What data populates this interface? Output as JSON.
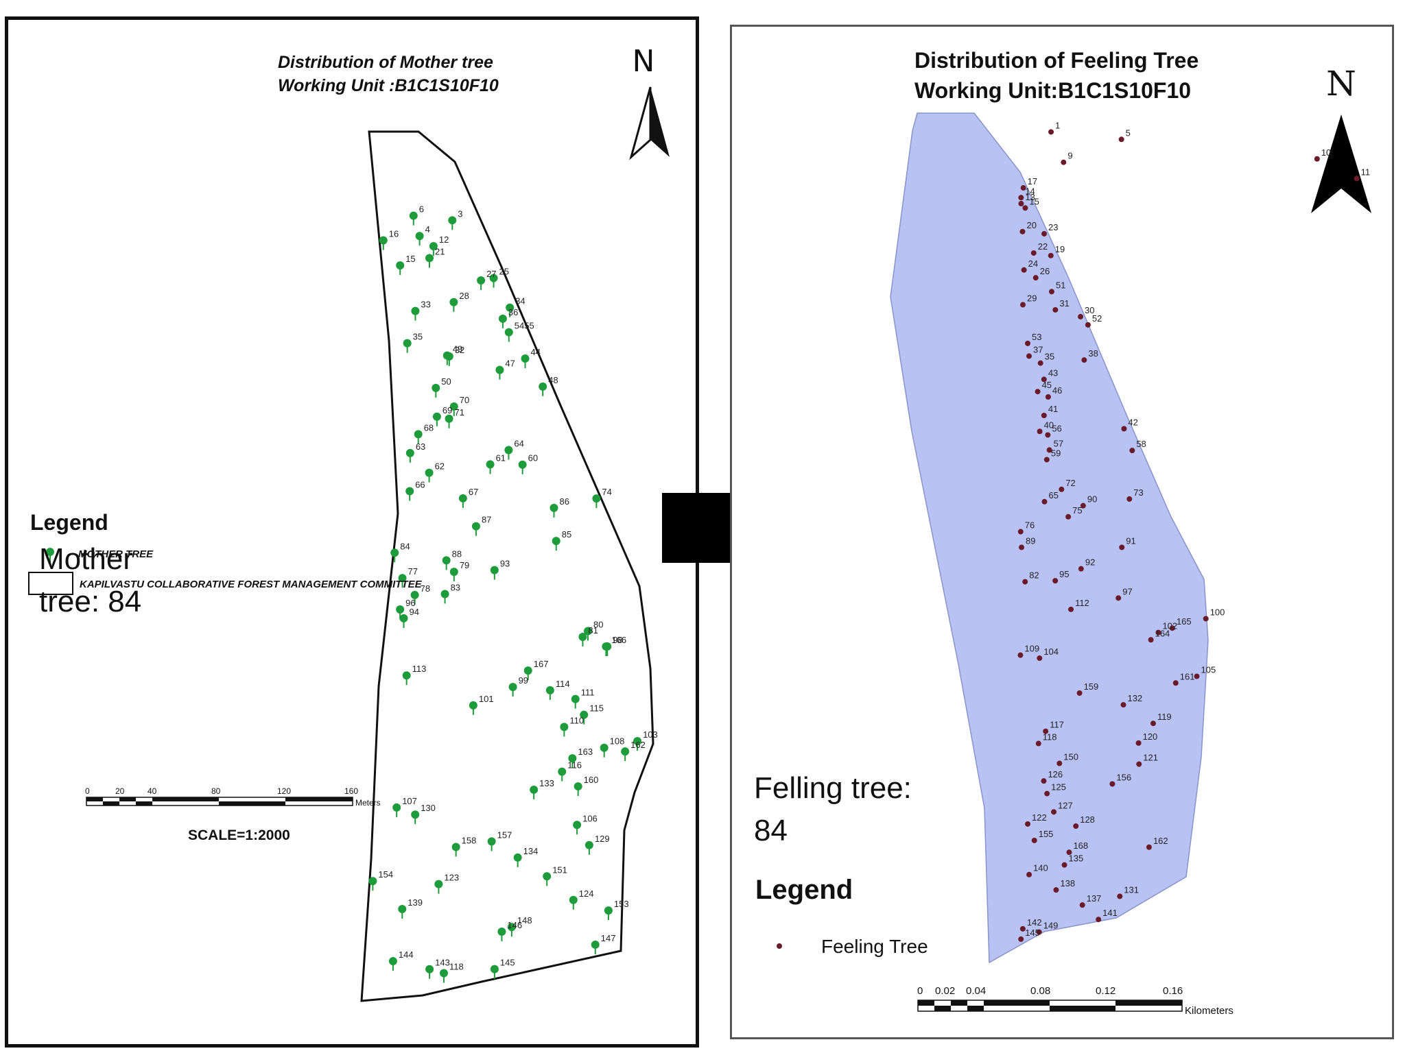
{
  "left_map": {
    "title_line1": "Distribution of Mother tree",
    "title_line2": "Working Unit :B1C1S10F10",
    "north_label": "N",
    "count_label": "Mother\ntree: 84",
    "legend_title": "Legend",
    "legend_items": [
      "MOTHER TREE",
      "KAPILVASTU COLLABORATIVE FOREST MANAGEMENT COMMITTEE"
    ],
    "scale_ticks": [
      "0",
      "20",
      "40",
      "80",
      "120",
      "160"
    ],
    "scale_unit": "Meters",
    "scale_ratio": "SCALE=1:2000",
    "tree_color": "#1e9b3a",
    "tree_labels": [
      "6",
      "3",
      "4",
      "12",
      "16",
      "15",
      "21",
      "25",
      "27",
      "28",
      "33",
      "34",
      "36",
      "5455",
      "35",
      "49",
      "32",
      "44",
      "47",
      "48",
      "50",
      "70",
      "69",
      "71",
      "68",
      "64",
      "63",
      "61",
      "60",
      "62",
      "67",
      "66",
      "74",
      "86",
      "87",
      "85",
      "84",
      "88",
      "93",
      "77",
      "79",
      "78",
      "83",
      "96",
      "94",
      "80",
      "81",
      "98",
      "166",
      "167",
      "113",
      "99",
      "114",
      "111",
      "101",
      "115",
      "110",
      "108",
      "103",
      "162",
      "163",
      "116",
      "160",
      "133",
      "130",
      "107",
      "106",
      "157",
      "158",
      "129",
      "134",
      "151",
      "154",
      "123",
      "124",
      "153",
      "139",
      "148",
      "146",
      "147",
      "144",
      "145",
      "143",
      "118"
    ]
  },
  "right_map": {
    "title_line1": "Distribution of Feeling Tree",
    "title_line2": "Working Unit:B1C1S10F10",
    "north_label": "N",
    "count_label": "Felling tree:\n84",
    "legend_title": "Legend",
    "legend_items": [
      "Feeling Tree"
    ],
    "scale_ticks": [
      "0",
      "0.02",
      "0.04",
      "0.08",
      "0.12",
      "0.16"
    ],
    "scale_unit": "Kilometers",
    "area_color": "#b8c2f5",
    "point_color": "#6a1b2a",
    "tree_labels": [
      "1",
      "5",
      "9",
      "10",
      "11",
      "17",
      "13",
      "14",
      "15",
      "23",
      "20",
      "22",
      "19",
      "24",
      "26",
      "51",
      "29",
      "30",
      "31",
      "52",
      "53",
      "37",
      "38",
      "35",
      "43",
      "45",
      "46",
      "41",
      "42",
      "40",
      "56",
      "57",
      "58",
      "59",
      "72",
      "73",
      "65",
      "90",
      "75",
      "76",
      "89",
      "91",
      "92",
      "95",
      "82",
      "97",
      "112",
      "100",
      "165",
      "102",
      "164",
      "109",
      "104",
      "105",
      "159",
      "161",
      "132",
      "119",
      "117",
      "118",
      "120",
      "121",
      "150",
      "156",
      "126",
      "125",
      "127",
      "122",
      "128",
      "155",
      "168",
      "162",
      "135",
      "140",
      "138",
      "137",
      "131",
      "141",
      "142",
      "149",
      "145"
    ]
  },
  "arrow_direction": "right"
}
